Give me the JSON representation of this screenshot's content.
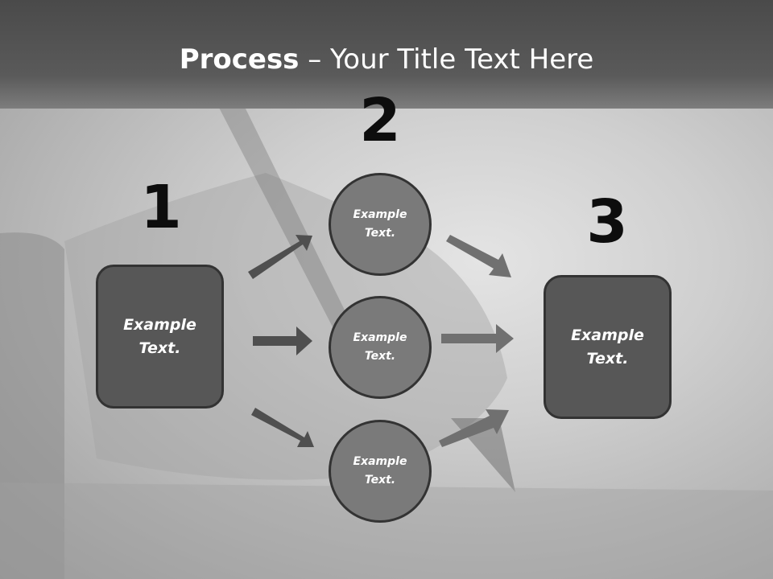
{
  "slide": {
    "title_bold": "Process",
    "title_rest": " – Your Title Text Here"
  },
  "steps": [
    {
      "number": "1",
      "text": "Example\nText."
    },
    {
      "number": "2",
      "text": "Example\nText."
    },
    {
      "number": "3",
      "text": "Example\nText."
    }
  ],
  "circles": [
    {
      "text": "Example\nText."
    },
    {
      "text": "Example\nText."
    },
    {
      "text": "Example\nText."
    }
  ],
  "colors": {
    "box_fill": "#575757",
    "circle_fill": "#7a7a7a",
    "outline": "#333333",
    "arrow_dark": "#4f4f4f",
    "arrow_light": "#707070"
  }
}
